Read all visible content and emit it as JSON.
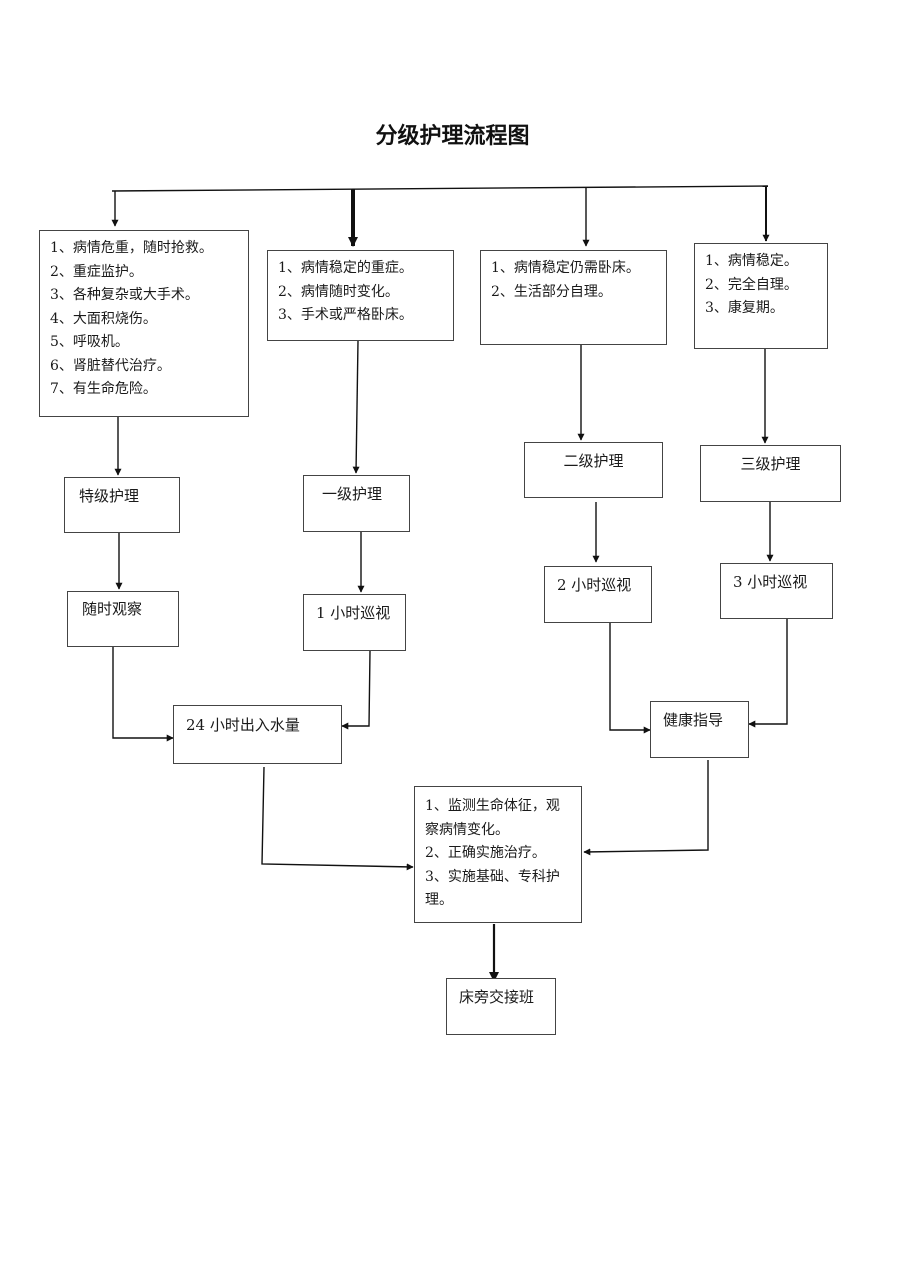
{
  "title": "分级护理流程图",
  "criteria": {
    "special": [
      "1、病情危重，随时抢救。",
      "2、重症监护。",
      "3、各种复杂或大手术。",
      "4、大面积烧伤。",
      "5、呼吸机。",
      "6、肾脏替代治疗。",
      "7、有生命危险。"
    ],
    "first": [
      "1、病情稳定的重症。",
      "2、病情随时变化。",
      "3、手术或严格卧床。"
    ],
    "second": [
      "1、病情稳定仍需卧床。",
      "2、生活部分自理。"
    ],
    "third": [
      "1、病情稳定。",
      "2、完全自理。",
      "3、康复期。"
    ]
  },
  "levels": {
    "special": "特级护理",
    "first": "一级护理",
    "second": "二级护理",
    "third": "三级护理"
  },
  "patrol": {
    "special": "随时观察",
    "first": "1 小时巡视",
    "second": "2 小时巡视",
    "third": "3 小时巡视"
  },
  "merge": {
    "intake_output": "24 小时出入水量",
    "health_guidance": "健康指导"
  },
  "care_tasks": [
    "1、监测生命体征，观察病情变化。",
    "2、正确实施治疗。",
    "3、实施基础、专科护理。"
  ],
  "handover": "床旁交接班"
}
